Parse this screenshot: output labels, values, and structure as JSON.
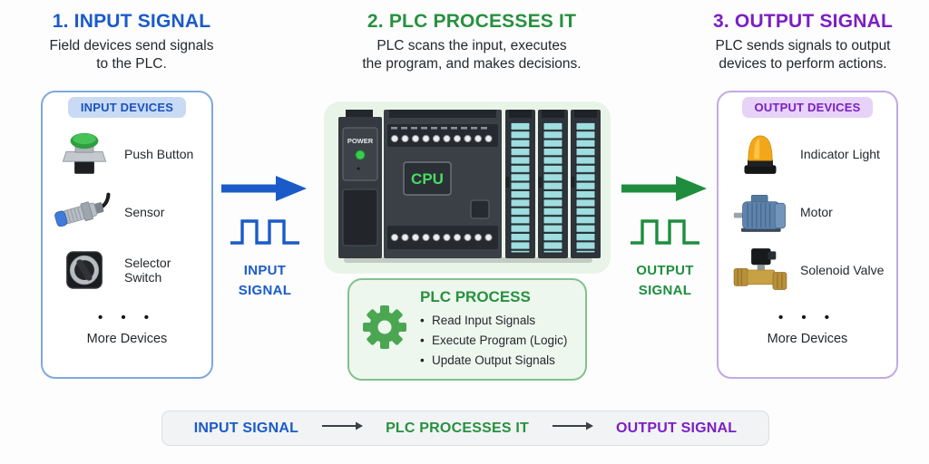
{
  "steps": {
    "one": {
      "title": "1. INPUT SIGNAL",
      "sub1": "Field devices send signals",
      "sub2": "to the PLC."
    },
    "two": {
      "title": "2. PLC PROCESSES IT",
      "sub1": "PLC scans the input, executes",
      "sub2": "the program, and makes decisions."
    },
    "three": {
      "title": "3. OUTPUT SIGNAL",
      "sub1": "PLC sends signals to output",
      "sub2": "devices to perform actions."
    }
  },
  "input_devices": {
    "title": "INPUT DEVICES",
    "items": [
      {
        "label": "Push Button"
      },
      {
        "label": "Sensor"
      },
      {
        "label": "Selector Switch"
      }
    ],
    "more_dots": "• • •",
    "more_label": "More Devices"
  },
  "output_devices": {
    "title": "OUTPUT DEVICES",
    "items": [
      {
        "label": "Indicator Light"
      },
      {
        "label": "Motor"
      },
      {
        "label": "Solenoid Valve"
      }
    ],
    "more_dots": "• • •",
    "more_label": "More Devices"
  },
  "plc": {
    "power_label": "POWER",
    "cpu_label": "CPU"
  },
  "input_signal": {
    "line1": "INPUT",
    "line2": "SIGNAL"
  },
  "output_signal": {
    "line1": "OUTPUT",
    "line2": "SIGNAL"
  },
  "plc_process": {
    "title": "PLC PROCESS",
    "bullets": [
      "Read Input Signals",
      "Execute Program (Logic)",
      "Update Output Signals"
    ]
  },
  "flow_bar": {
    "input": "INPUT SIGNAL",
    "process": "PLC PROCESSES IT",
    "output": "OUTPUT SIGNAL"
  },
  "colors": {
    "blue": "#1A5BC9",
    "green": "#1E8E3E",
    "green_title": "#27913E",
    "purple": "#7B1FC3"
  }
}
